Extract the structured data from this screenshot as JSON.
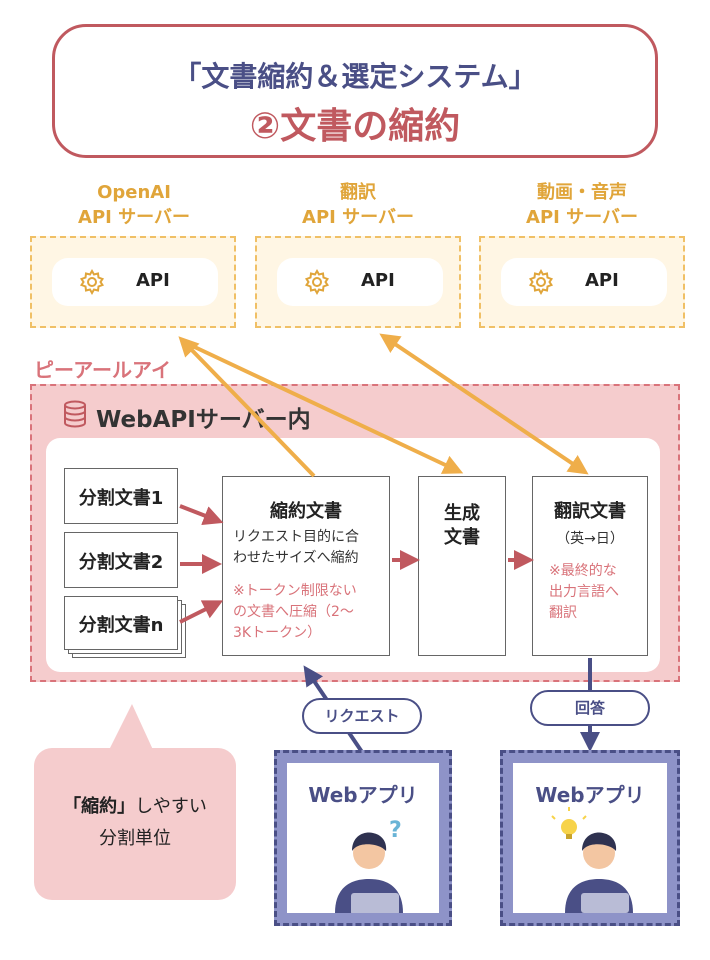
{
  "title": {
    "line1": "「文書縮約＆選定システム」",
    "line2": "②文書の縮約"
  },
  "servers": [
    {
      "label_line1": "OpenAI",
      "label_line2": "API サーバー",
      "api": "API"
    },
    {
      "label_line1": "翻訳",
      "label_line2": "API サーバー",
      "api": "API"
    },
    {
      "label_line1": "動画・音声",
      "label_line2": "API サーバー",
      "api": "API"
    }
  ],
  "pri": {
    "label": "ピーアールアイ",
    "webapi_title": "WebAPIサーバー内"
  },
  "split_docs": [
    "分割文書1",
    "分割文書2",
    "分割文書n"
  ],
  "summarize": {
    "title": "縮約文書",
    "desc_line1": "リクエスト目的に合",
    "desc_line2": "わせたサイズへ縮約",
    "note_line1": "※トークン制限ない",
    "note_line2": "の文書へ圧縮（2〜",
    "note_line3": "3Kトークン）"
  },
  "generated": {
    "line1": "生成",
    "line2": "文書"
  },
  "translated": {
    "title": "翻訳文書",
    "sub": "（英→日）",
    "note_line1": "※最終的な",
    "note_line2": "出力言語へ",
    "note_line3": "翻訳"
  },
  "request_label": "リクエスト",
  "answer_label": "回答",
  "webapps": [
    {
      "title": "Webアプリ",
      "symbol": "?"
    },
    {
      "title": "Webアプリ"
    }
  ],
  "callout": {
    "text_bold": "「縮約」",
    "text_rest": "しやすい",
    "line2": "分割単位"
  },
  "colors": {
    "title_navy": "#4a4f86",
    "title_red": "#c0595f",
    "server_orange": "#e0a53a",
    "pri_pink": "#f5cccd",
    "arrow_red": "#c0595f",
    "webapp_blue": "#8e93c8"
  },
  "icons": [
    "gear-icon",
    "database-icon",
    "person-laptop-icon",
    "lightbulb-icon",
    "question-mark-icon"
  ]
}
